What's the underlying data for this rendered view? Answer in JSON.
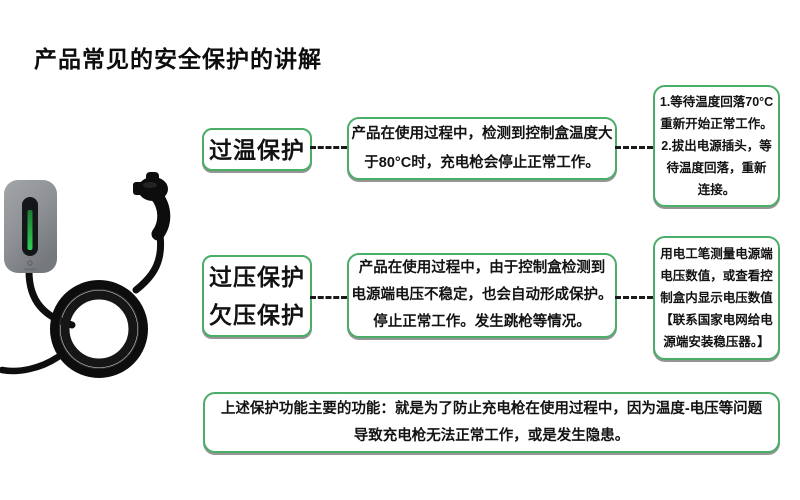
{
  "page": {
    "title": "产品常见的安全保护的讲解"
  },
  "colors": {
    "box_border_green": "#4aad68",
    "connector_dash": "#1a1a1a",
    "indicator_green": "#2ed154",
    "charger_body_gray": "#8d9094"
  },
  "flow": {
    "rows": [
      {
        "label_lines": [
          "过温保护"
        ],
        "desc_lines": [
          "产品在使用过程中，检测到控制盒温度大",
          "于80°C时，充电枪会停止正常工作。"
        ],
        "remedy_lines": [
          "1.等待温度回落70°C",
          "重新开始正常工作。",
          "2.拔出电源插头，等",
          "待温度回落，重新",
          "连接。"
        ]
      },
      {
        "label_lines": [
          "过压保护",
          "欠压保护"
        ],
        "desc_lines": [
          "产品在使用过程中，由于控制盒检测到",
          "电源端电压不稳定，也会自动形成保护。",
          "停止正常工作。发生跳枪等情况。"
        ],
        "remedy_lines": [
          "用电工笔测量电源端",
          "电压数值，或查看控",
          "制盒内显示电压数值",
          "【联系国家电网给电",
          "源端安装稳压器。】"
        ]
      }
    ],
    "summary_lines": [
      "上述保护功能主要的功能：就是为了防止充电枪在使用过程中，因为温度-电压等问题",
      "导致充电枪无法正常工作，或是发生隐患。"
    ]
  },
  "device": {
    "icon": "ev-wallbox-charger-with-cable-and-gun"
  }
}
